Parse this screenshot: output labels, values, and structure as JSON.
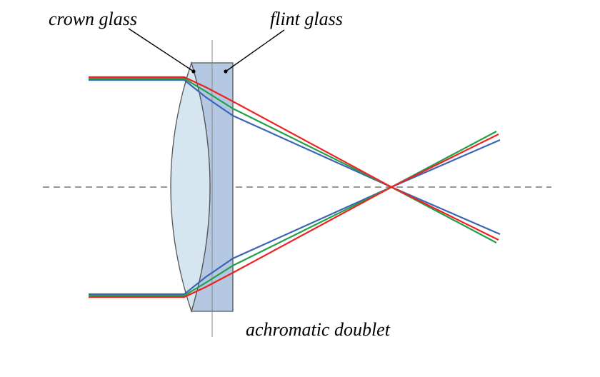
{
  "labels": {
    "crown_glass": "crown glass",
    "flint_glass": "flint glass",
    "caption": "achromatic doublet"
  },
  "colors": {
    "background": "#ffffff",
    "red": "#ee2222",
    "green": "#22a04a",
    "blue": "#3a64b4",
    "crown_fill": "#d6e6f0",
    "flint_fill": "#b4c8e2",
    "outline": "#555555",
    "axis": "#777777"
  },
  "rays": [
    {
      "color": "red"
    },
    {
      "color": "green"
    },
    {
      "color": "blue"
    }
  ]
}
